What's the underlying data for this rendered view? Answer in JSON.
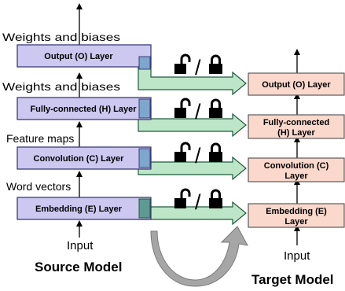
{
  "colors": {
    "source_layer_fill": "#ccc8f0",
    "source_layer_border": "#3b3b7a",
    "target_layer_fill": "#fad8cc",
    "target_layer_border": "#5a5a5a",
    "transfer_arrow_fill": "#bde6c9",
    "transfer_arrow_border": "#1f5a3c",
    "connector_fill": "#7fa6cc",
    "curved_arrow_fill": "#a6a6a6"
  },
  "source": {
    "title": "Source Model",
    "input_label": "Input",
    "layers": [
      {
        "label": "Output (O) Layer",
        "output_label": "Weights and biases"
      },
      {
        "label": "Fully-connected (H) Layer",
        "output_label": "Weights and biases"
      },
      {
        "label": "Convolution (C) Layer",
        "output_label": "Feature maps"
      },
      {
        "label": "Embedding (E) Layer",
        "output_label": "Word vectors"
      }
    ]
  },
  "target": {
    "title": "Target Model",
    "input_label": "Input",
    "layers": [
      {
        "line1": "Output (O) Layer",
        "line2": ""
      },
      {
        "line1": "Fully-connected",
        "line2": "(H) Layer"
      },
      {
        "line1": "Convolution (C)",
        "line2": "Layer"
      },
      {
        "line1": "Embedding (E)",
        "line2": "Layer"
      }
    ]
  },
  "lock_icons": [
    "unlocked-padlock-icon",
    "slash",
    "locked-padlock-icon"
  ],
  "separator": "/"
}
